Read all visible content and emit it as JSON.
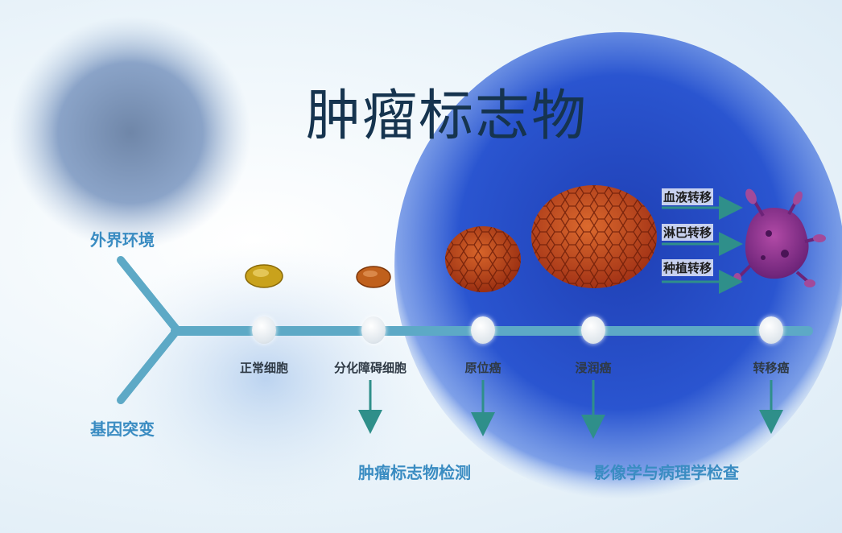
{
  "title": "肿瘤标志物",
  "left_labels": {
    "top": "外界环境",
    "bottom": "基因突变"
  },
  "stages": [
    {
      "id": "normal",
      "label": "正常细胞"
    },
    {
      "id": "dysplasia",
      "label": "分化障碍细胞"
    },
    {
      "id": "in_situ",
      "label": "原位癌"
    },
    {
      "id": "invasive",
      "label": "浸润癌"
    },
    {
      "id": "metastatic",
      "label": "转移癌"
    }
  ],
  "routes": [
    "血液转移",
    "淋巴转移",
    "种植转移"
  ],
  "bottom_labels": {
    "marker_detection": "肿瘤标志物检测",
    "imaging_pathology": "影像学与病理学检查"
  },
  "colors": {
    "timeline": "#5da9c6",
    "arrow": "#2f8f8a",
    "title": "#16344f",
    "label_blue": "#3a8cc2",
    "cell_yellow": "#c9a21c",
    "cell_orange": "#c0601c",
    "tumor_red": "#b9401c",
    "metastasis": "#8a3a8c"
  }
}
